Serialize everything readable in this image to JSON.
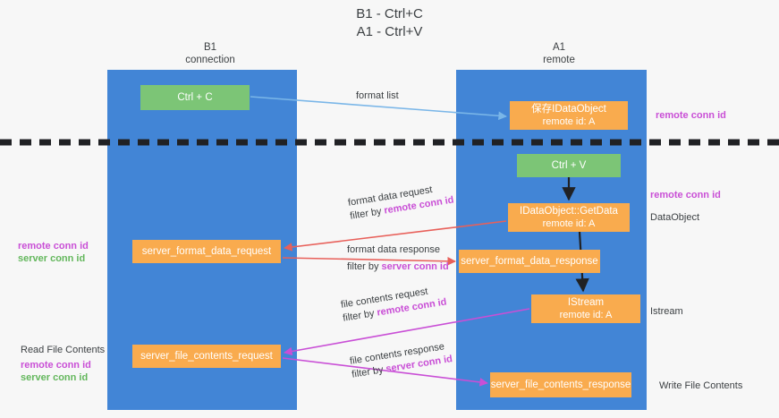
{
  "diagram": {
    "title": "B1 - Ctrl+C\nA1 - Ctrl+V",
    "columns": [
      {
        "name": "B1",
        "role": "connection"
      },
      {
        "name": "A1",
        "role": "remote"
      }
    ],
    "colors": {
      "lane": "#4285d6",
      "node_action": "#7cc576",
      "node_message": "#f9ab4e",
      "highlight_remote": "#c94fd6",
      "highlight_server": "#63b75c",
      "background": "#f7f7f7",
      "arrow_format_list": "#7ab6e8",
      "arrow_format_data": "#e8605a",
      "arrow_file_contents": "#c94fd6",
      "arrow_black": "#202124",
      "divider": "#202124"
    },
    "nodes": {
      "ctrl_c": {
        "label": "Ctrl + C"
      },
      "idataobject": {
        "line1": "保存IDataObject",
        "line2": "remote id: A"
      },
      "ctrl_v": {
        "label": "Ctrl + V"
      },
      "getdata": {
        "line1": "IDataObject::GetData",
        "line2": "remote id: A"
      },
      "server_format_data_request": {
        "label": "server_format_data_request"
      },
      "server_format_data_response": {
        "label": "server_format_data_response"
      },
      "istream": {
        "line1": "IStream",
        "line2": "remote id: A"
      },
      "server_file_contents_request": {
        "label": "server_file_contents_request"
      },
      "server_file_contents_response": {
        "label": "server_file_contents_response"
      }
    },
    "edges": {
      "format_list": {
        "line1": "format list",
        "line2": "",
        "filter_prefix": "",
        "filter_key": ""
      },
      "format_data_request": {
        "line1": "format data request",
        "filter_prefix": "filter by ",
        "filter_key": "remote conn id"
      },
      "format_data_response": {
        "line1": "format data response",
        "filter_prefix": "filter by ",
        "filter_key": "server conn id"
      },
      "file_contents_request": {
        "line1": "file contents request",
        "filter_prefix": "filter by ",
        "filter_key": "remote conn id"
      },
      "file_contents_response": {
        "line1": "file contents response",
        "filter_prefix": "filter by ",
        "filter_key": "server conn id"
      }
    },
    "annotations": {
      "remote_conn_id_top": "remote conn id",
      "remote_conn_id_mid": "remote conn id",
      "dataobject": "DataObject",
      "left_remote_conn_id": "remote conn id",
      "left_server_conn_id": "server conn id",
      "istream": "Istream",
      "read_file_contents": "Read File Contents",
      "left2_remote_conn_id": "remote conn id",
      "left2_server_conn_id": "server conn id",
      "write_file_contents": "Write File Contents"
    }
  }
}
